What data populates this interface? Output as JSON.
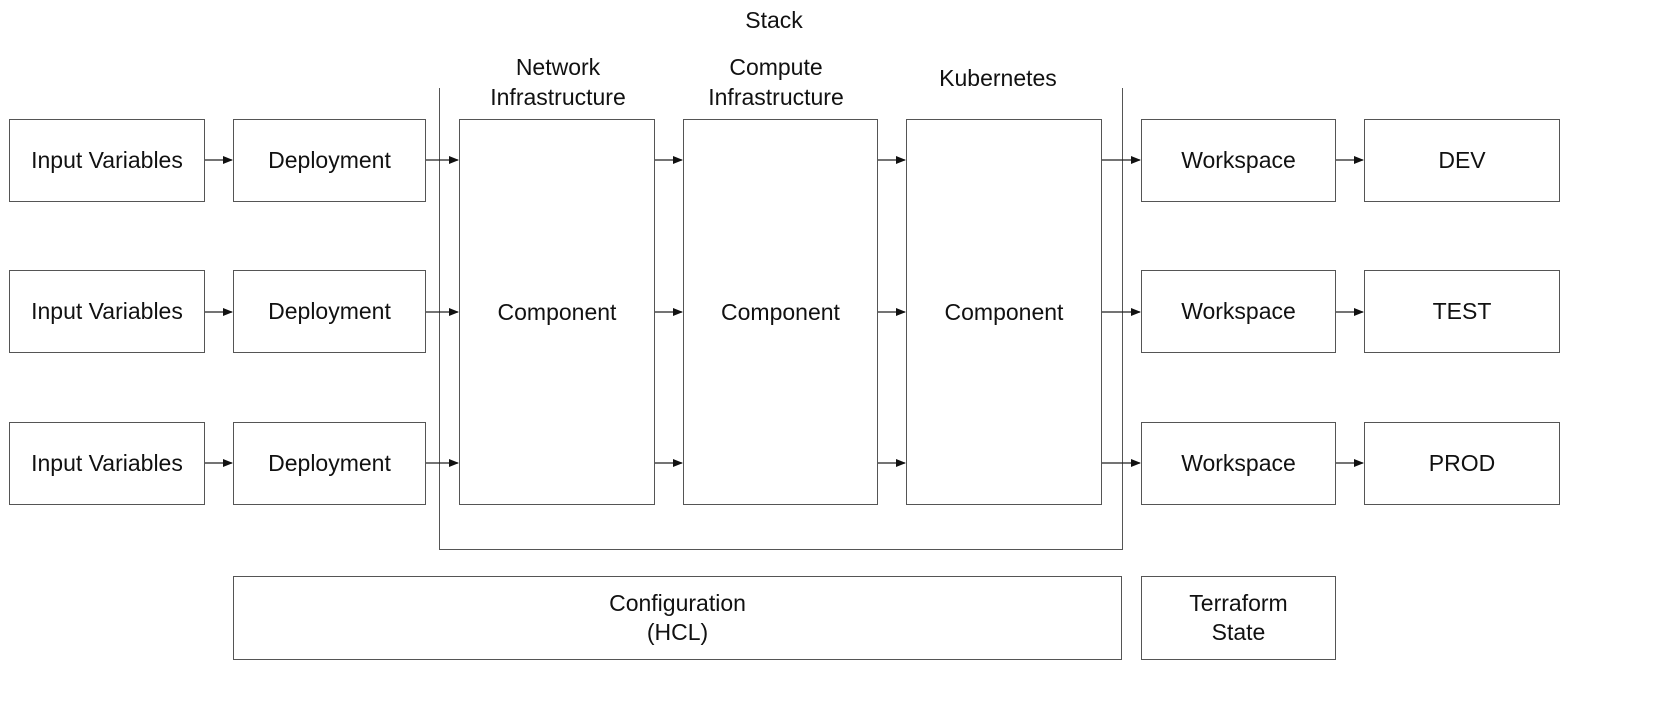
{
  "stack": {
    "title": "Stack",
    "headers": [
      {
        "line1": "Network",
        "line2": "Infrastructure"
      },
      {
        "line1": "Compute",
        "line2": "Infrastructure"
      },
      {
        "line1": "Kubernetes",
        "line2": ""
      }
    ],
    "component_label": "Component"
  },
  "rows": [
    {
      "input": "Input Variables",
      "deployment": "Deployment",
      "workspace": "Workspace",
      "environment": "DEV"
    },
    {
      "input": "Input Variables",
      "deployment": "Deployment",
      "workspace": "Workspace",
      "environment": "TEST"
    },
    {
      "input": "Input Variables",
      "deployment": "Deployment",
      "workspace": "Workspace",
      "environment": "PROD"
    }
  ],
  "footer": {
    "configuration": {
      "line1": "Configuration",
      "line2": "(HCL)"
    },
    "state": {
      "line1": "Terraform",
      "line2": "State"
    }
  },
  "colors": {
    "stroke": "#555555",
    "text": "#111111",
    "background": "#ffffff"
  }
}
